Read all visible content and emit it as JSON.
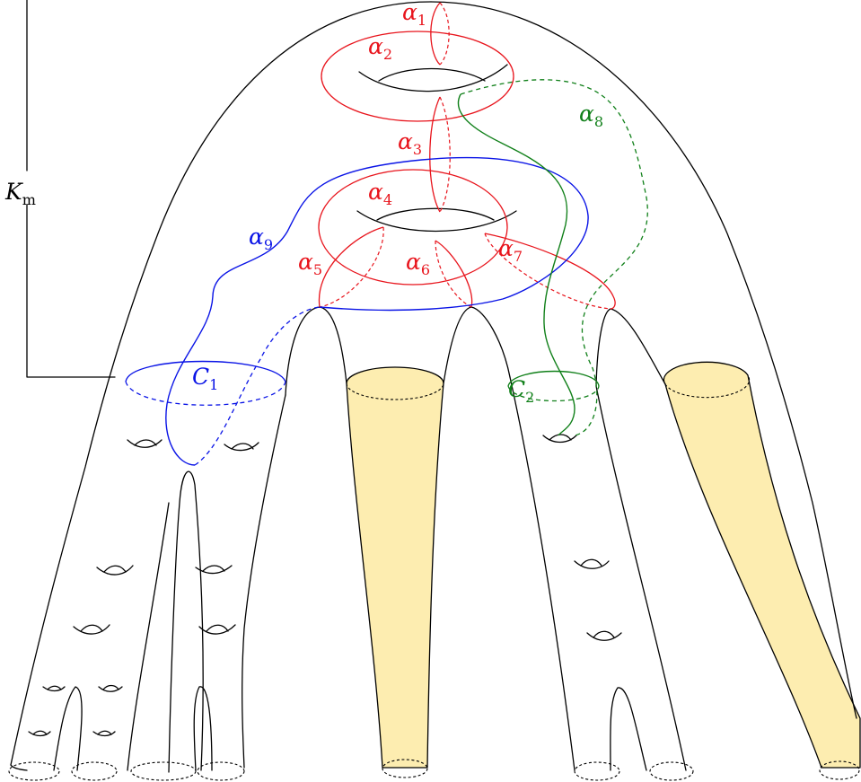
{
  "colors": {
    "alpha_curves": "#e8141c",
    "c1_alpha9": "#0a14e6",
    "c2_alpha8": "#11801a",
    "tubes_fill": "#fdedb0",
    "outline": "#000000"
  },
  "labels": {
    "km": {
      "base": "K",
      "sub": "m"
    },
    "a1": {
      "base": "α",
      "sub": "1"
    },
    "a2": {
      "base": "α",
      "sub": "2"
    },
    "a3": {
      "base": "α",
      "sub": "3"
    },
    "a4": {
      "base": "α",
      "sub": "4"
    },
    "a5": {
      "base": "α",
      "sub": "5"
    },
    "a6": {
      "base": "α",
      "sub": "6"
    },
    "a7": {
      "base": "α",
      "sub": "7"
    },
    "a8": {
      "base": "α",
      "sub": "8"
    },
    "a9": {
      "base": "α",
      "sub": "9"
    },
    "c1": {
      "base": "C",
      "sub": "1"
    },
    "c2": {
      "base": "C",
      "sub": "2"
    }
  }
}
